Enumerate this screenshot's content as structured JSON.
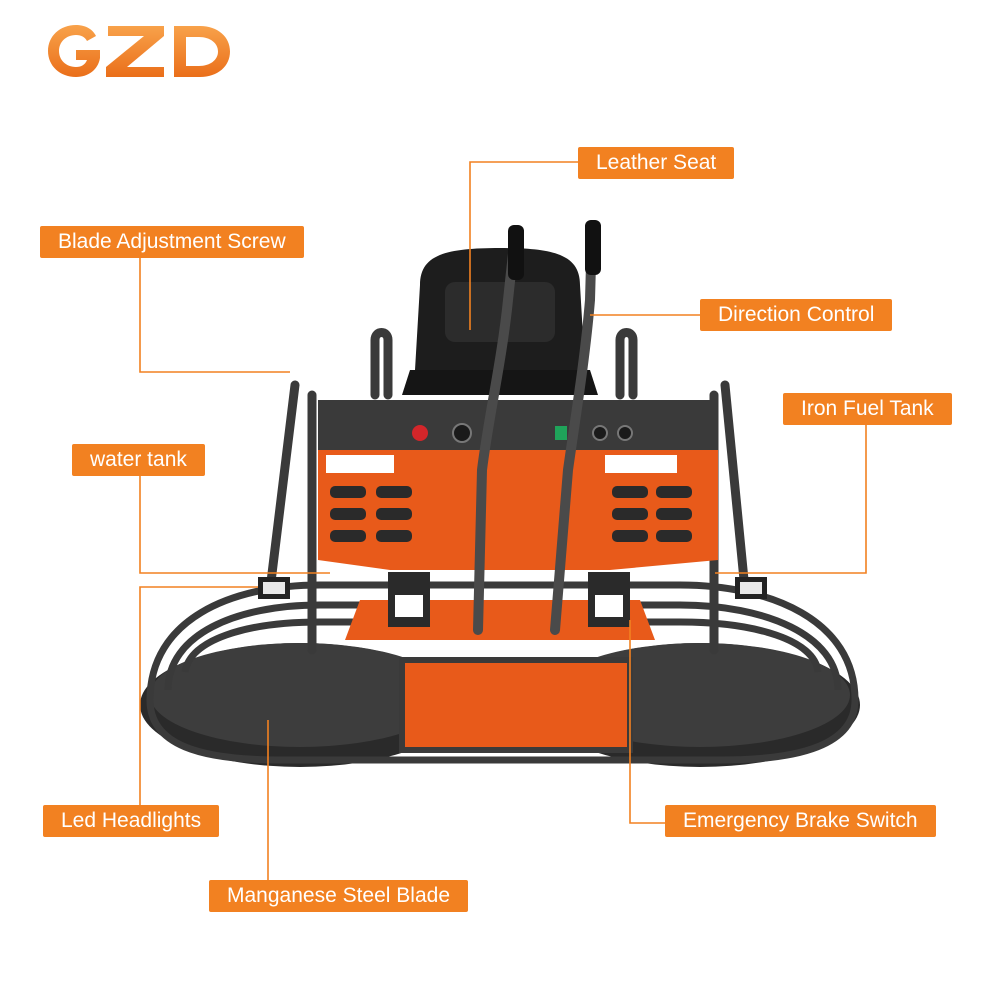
{
  "brand": {
    "logo_text": "GZD",
    "accent": "#f28121",
    "machine_orange": "#e85a1a",
    "frame_dark": "#3a3a3a"
  },
  "callouts": {
    "leather_seat": "Leather Seat",
    "blade_adjustment_screw": "Blade Adjustment Screw",
    "direction_control": "Direction Control",
    "iron_fuel_tank": "Iron Fuel Tank",
    "water_tank": "water tank",
    "led_headlights": "Led Headlights",
    "emergency_brake_switch": "Emergency Brake Switch",
    "manganese_steel_blade": "Manganese Steel Blade"
  }
}
